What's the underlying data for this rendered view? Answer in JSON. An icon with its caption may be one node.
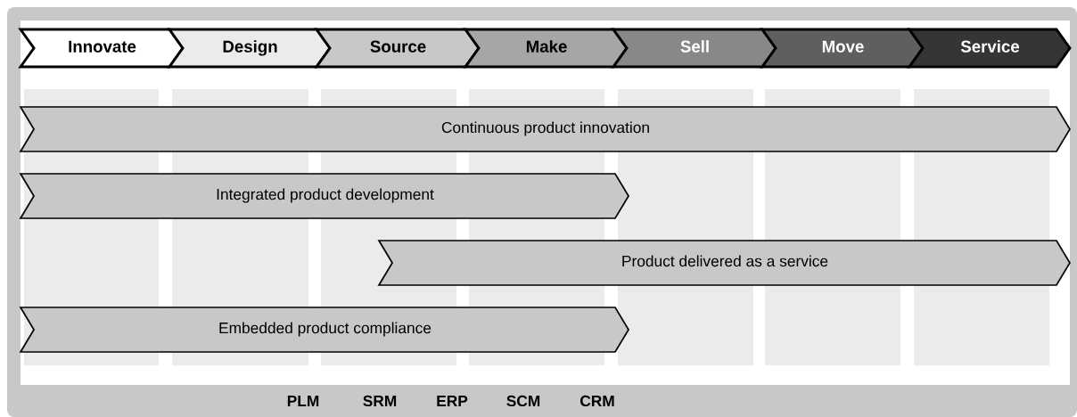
{
  "diagram": {
    "nodes": [
      {
        "text": [
          "Innovate"
        ]
      },
      {
        "text": [
          "Design"
        ]
      },
      {
        "text": [
          "Source"
        ]
      },
      {
        "text": [
          "Make"
        ]
      },
      {
        "text": [
          "Sell"
        ]
      },
      {
        "text": [
          "Move"
        ]
      },
      {
        "text": [
          "Service"
        ]
      },
      {
        "text": [
          "Continuous product innovation"
        ]
      },
      {
        "text": [
          "Integrated product development"
        ]
      },
      {
        "text": [
          "Product delivered as a service"
        ]
      },
      {
        "text": [
          "Embedded product compliance"
        ]
      }
    ],
    "labels": [
      "PLM",
      "SRM",
      "ERP",
      "SCM",
      "CRM"
    ]
  }
}
